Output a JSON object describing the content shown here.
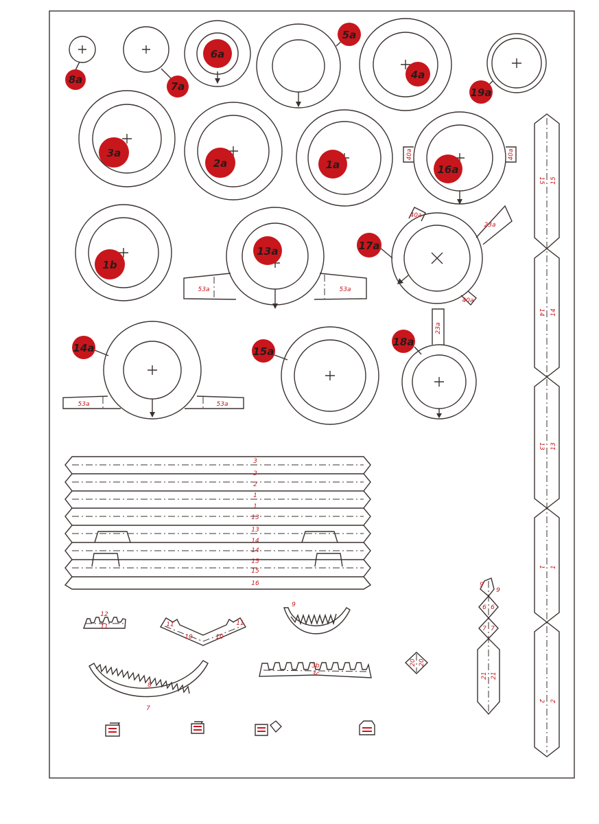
{
  "colors": {
    "badge": "#c8161d",
    "line": "#3a3230",
    "label": "#c8161d",
    "paper": "#ffffff"
  },
  "badges": {
    "b8a": "8a",
    "b7a": "7a",
    "b6a": "6a",
    "b5a": "5a",
    "b4a": "4a",
    "b19a": "19a",
    "b3a": "3a",
    "b2a": "2a",
    "b1a": "1a",
    "b16a": "16a",
    "b1b": "1b",
    "b13a": "13a",
    "b17a": "17a",
    "b14a": "14a",
    "b15a": "15a",
    "b18a": "18a"
  },
  "tabs": {
    "t53a": "53a",
    "t40a": "40a",
    "t23a": "23a"
  },
  "strip_labels": [
    "3",
    "2",
    "2",
    "1",
    "1",
    "13",
    "13",
    "14",
    "14",
    "15",
    "15",
    "16"
  ],
  "vstrip_labels": {
    "s15a": "15",
    "s15b": "15",
    "s14a": "14",
    "s14b": "14",
    "s13a": "13",
    "s13b": "13",
    "s1a": "1",
    "s1b": "1",
    "s2a": "2",
    "s2b": "2"
  },
  "small_labels": {
    "g12": "12",
    "g11": "11",
    "g10a": "10",
    "g10b": "10",
    "g11b": "11",
    "g11c": "11",
    "g9": "9",
    "g8": "8",
    "g7": "7",
    "g3b": "3b",
    "g3c": "3c",
    "g20a": "20",
    "g20b": "20",
    "g9a": "9",
    "g9b": "9",
    "g6a": "6",
    "g6b": "6",
    "g7a": "7",
    "g7b": "7",
    "g21a": "21",
    "g21b": "21"
  }
}
